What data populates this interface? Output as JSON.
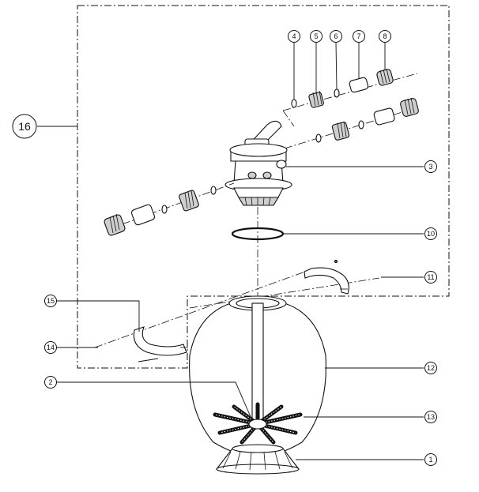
{
  "callouts": [
    {
      "id": "c1",
      "label": "1"
    },
    {
      "id": "c2",
      "label": "2"
    },
    {
      "id": "c3",
      "label": "3"
    },
    {
      "id": "c4",
      "label": "4"
    },
    {
      "id": "c5",
      "label": "5"
    },
    {
      "id": "c6",
      "label": "6"
    },
    {
      "id": "c7",
      "label": "7"
    },
    {
      "id": "c8",
      "label": "8"
    },
    {
      "id": "c10",
      "label": "10"
    },
    {
      "id": "c11",
      "label": "11"
    },
    {
      "id": "c12",
      "label": "12"
    },
    {
      "id": "c13",
      "label": "13"
    },
    {
      "id": "c14",
      "label": "14"
    },
    {
      "id": "c15",
      "label": "15"
    },
    {
      "id": "c16",
      "label": "16"
    }
  ]
}
